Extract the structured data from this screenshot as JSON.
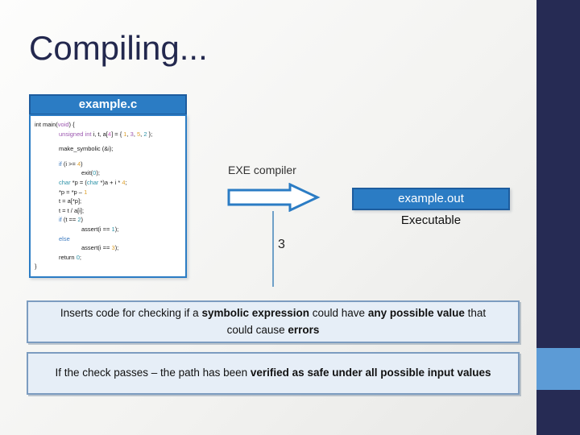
{
  "title": "Compiling...",
  "colors": {
    "title_navy": "#23284e",
    "box_blue": "#2b7cc4",
    "box_blue_border": "#1d5c9e",
    "callout_fill": "#e6eef7",
    "callout_border": "#7c9cc0",
    "sidebar_navy": "#262b54",
    "sidebar_accent": "#5c9bd6",
    "connector_line": "#6fa0c8",
    "code_purple": "#9c58b0",
    "code_blue": "#3f7cc0",
    "code_teal": "#2d93a8",
    "code_orange": "#dfa22f",
    "code_magenta": "#c95fc0"
  },
  "code_panel": {
    "header": "example.c",
    "lines": [
      {
        "indent": 0,
        "segments": [
          {
            "t": "int main(",
            "c": "d"
          },
          {
            "t": "void",
            "c": "p"
          },
          {
            "t": ") {",
            "c": "d"
          }
        ]
      },
      {
        "indent": 1,
        "segments": [
          {
            "t": "unsigned int",
            "c": "p"
          },
          {
            "t": " i, t, a[",
            "c": "d"
          },
          {
            "t": "4",
            "c": "m"
          },
          {
            "t": "] = { ",
            "c": "d"
          },
          {
            "t": "1",
            "c": "o"
          },
          {
            "t": ", ",
            "c": "d"
          },
          {
            "t": "3",
            "c": "p"
          },
          {
            "t": ", ",
            "c": "d"
          },
          {
            "t": "5",
            "c": "o"
          },
          {
            "t": ", ",
            "c": "d"
          },
          {
            "t": "2",
            "c": "t"
          },
          {
            "t": " };",
            "c": "d"
          }
        ]
      },
      {
        "indent": 1,
        "gap": true,
        "segments": [
          {
            "t": "make_symbolic (&i);",
            "c": "d"
          }
        ]
      },
      {
        "indent": 1,
        "gap": true,
        "segments": [
          {
            "t": "if",
            "c": "b"
          },
          {
            "t": " (i >= ",
            "c": "d"
          },
          {
            "t": "4",
            "c": "o"
          },
          {
            "t": ")",
            "c": "d"
          }
        ]
      },
      {
        "indent": 2,
        "segments": [
          {
            "t": "exit(",
            "c": "d"
          },
          {
            "t": "0",
            "c": "t"
          },
          {
            "t": ");",
            "c": "d"
          }
        ]
      },
      {
        "indent": 1,
        "segments": [
          {
            "t": "char",
            "c": "t"
          },
          {
            "t": " *p = (",
            "c": "d"
          },
          {
            "t": "char",
            "c": "t"
          },
          {
            "t": " *)a + i * ",
            "c": "d"
          },
          {
            "t": "4",
            "c": "o"
          },
          {
            "t": ";",
            "c": "d"
          }
        ]
      },
      {
        "indent": 1,
        "segments": [
          {
            "t": "*p = *p – ",
            "c": "d"
          },
          {
            "t": "1",
            "c": "o"
          }
        ]
      },
      {
        "indent": 1,
        "segments": [
          {
            "t": "t = a[*p];",
            "c": "d"
          }
        ]
      },
      {
        "indent": 1,
        "segments": [
          {
            "t": "t = t / a[i];",
            "c": "d"
          }
        ]
      },
      {
        "indent": 1,
        "segments": [
          {
            "t": "if",
            "c": "b"
          },
          {
            "t": " (t == ",
            "c": "d"
          },
          {
            "t": "2",
            "c": "t"
          },
          {
            "t": ")",
            "c": "d"
          }
        ]
      },
      {
        "indent": 2,
        "segments": [
          {
            "t": "assert(i == ",
            "c": "d"
          },
          {
            "t": "1",
            "c": "t"
          },
          {
            "t": ");",
            "c": "d"
          }
        ]
      },
      {
        "indent": 1,
        "segments": [
          {
            "t": "else",
            "c": "b"
          }
        ]
      },
      {
        "indent": 2,
        "segments": [
          {
            "t": "assert(i == ",
            "c": "d"
          },
          {
            "t": "3",
            "c": "o"
          },
          {
            "t": ");",
            "c": "d"
          }
        ]
      },
      {
        "indent": 1,
        "segments": [
          {
            "t": "return ",
            "c": "d"
          },
          {
            "t": "0",
            "c": "t"
          },
          {
            "t": ";",
            "c": "d"
          }
        ]
      },
      {
        "indent": 0,
        "segments": [
          {
            "t": "}",
            "c": "d"
          }
        ]
      }
    ]
  },
  "compiler": {
    "label": "EXE compiler"
  },
  "annotation": {
    "value": "3"
  },
  "output": {
    "box_label": "example.out",
    "caption": "Executable"
  },
  "callouts": [
    {
      "segments": [
        {
          "t": "Inserts code for checking if a "
        },
        {
          "t": "symbolic expression",
          "b": 1
        },
        {
          "t": " could have "
        },
        {
          "t": "any possible value",
          "b": 1
        },
        {
          "t": " that could cause "
        },
        {
          "t": "errors",
          "b": 1
        }
      ]
    },
    {
      "segments": [
        {
          "t": "If the check passes – the path has been "
        },
        {
          "t": "verified as safe under all possible input values",
          "b": 1
        }
      ]
    }
  ]
}
